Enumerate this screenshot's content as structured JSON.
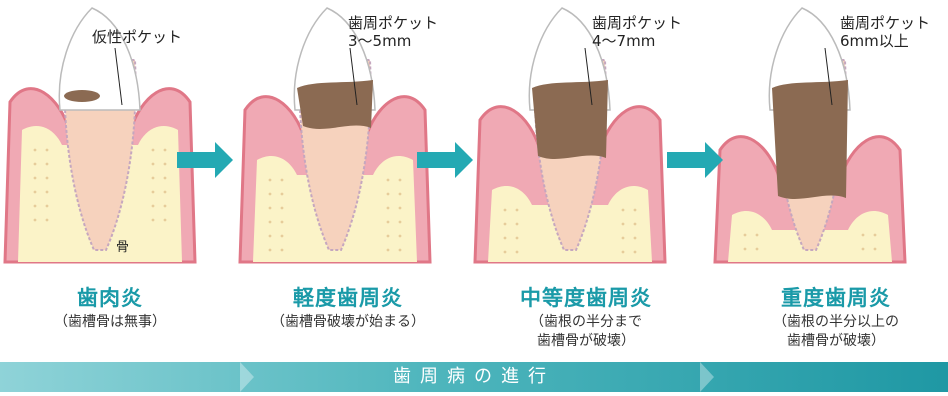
{
  "stages": [
    {
      "title": "歯肉炎",
      "note_lines": [
        "（歯槽骨は無事）"
      ],
      "callout_lines": [
        "仮性ポケット"
      ],
      "bone_label": "骨"
    },
    {
      "title": "軽度歯周炎",
      "note_lines": [
        "（歯槽骨破壊が始まる）"
      ],
      "callout_lines": [
        "歯周ポケット",
        "3～5mm"
      ]
    },
    {
      "title": "中等度歯周炎",
      "note_lines": [
        "（歯根の半分まで",
        "歯槽骨が破壊）"
      ],
      "callout_lines": [
        "歯周ポケット",
        "4～7mm"
      ]
    },
    {
      "title": "重度歯周炎",
      "note_lines": [
        "（歯根の半分以上の",
        "歯槽骨が破壊）"
      ],
      "callout_lines": [
        "歯周ポケット",
        "6mm以上"
      ]
    }
  ],
  "progress_label": "歯周病の進行",
  "colors": {
    "accent": "#1a9aa8",
    "gum": "#f0a9b4",
    "gum_edge": "#e07787",
    "bone": "#fbf3c8",
    "enamel": "#ffffff",
    "dentin": "#f6d2bd",
    "tartar": "#8b6a52",
    "arrow": "#24a9b3"
  }
}
